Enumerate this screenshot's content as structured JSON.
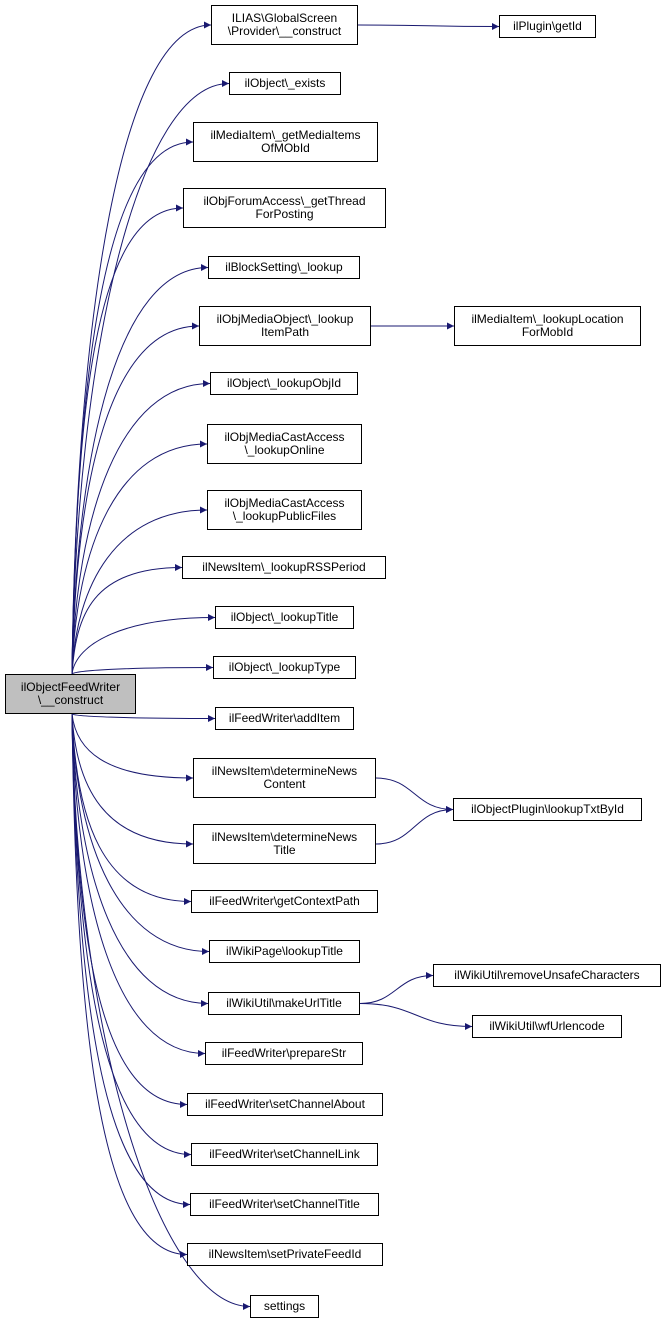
{
  "colors": {
    "edge": "#191970",
    "root_fill": "#bfbfbf",
    "node_fill": "#ffffff",
    "border": "#000000"
  },
  "nodes": [
    {
      "id": "root",
      "lines": [
        "ilObjectFeedWriter",
        "\\__construct"
      ]
    },
    {
      "id": "gs_provider",
      "lines": [
        "ILIAS\\GlobalScreen",
        "\\Provider\\__construct"
      ]
    },
    {
      "id": "plugin_getid",
      "lines": [
        "ilPlugin\\getId"
      ]
    },
    {
      "id": "obj_exists",
      "lines": [
        "ilObject\\_exists"
      ]
    },
    {
      "id": "mi_getmediaitems",
      "lines": [
        "ilMediaItem\\_getMediaItems",
        "OfMObId"
      ]
    },
    {
      "id": "forum_getthread",
      "lines": [
        "ilObjForumAccess\\_getThread",
        "ForPosting"
      ]
    },
    {
      "id": "block_lookup",
      "lines": [
        "ilBlockSetting\\_lookup"
      ]
    },
    {
      "id": "mob_lookupitempath",
      "lines": [
        "ilObjMediaObject\\_lookup",
        "ItemPath"
      ]
    },
    {
      "id": "mi_lookuplocation",
      "lines": [
        "ilMediaItem\\_lookupLocation",
        "ForMobId"
      ]
    },
    {
      "id": "obj_lookupobjid",
      "lines": [
        "ilObject\\_lookupObjId"
      ]
    },
    {
      "id": "mcast_online",
      "lines": [
        "ilObjMediaCastAccess",
        "\\_lookupOnline"
      ]
    },
    {
      "id": "mcast_publicfiles",
      "lines": [
        "ilObjMediaCastAccess",
        "\\_lookupPublicFiles"
      ]
    },
    {
      "id": "news_rssperiod",
      "lines": [
        "ilNewsItem\\_lookupRSSPeriod"
      ]
    },
    {
      "id": "obj_lookuptitle",
      "lines": [
        "ilObject\\_lookupTitle"
      ]
    },
    {
      "id": "obj_lookuptype",
      "lines": [
        "ilObject\\_lookupType"
      ]
    },
    {
      "id": "fw_additem",
      "lines": [
        "ilFeedWriter\\addItem"
      ]
    },
    {
      "id": "news_detcontent",
      "lines": [
        "ilNewsItem\\determineNews",
        "Content"
      ]
    },
    {
      "id": "objplugin_lookuptxt",
      "lines": [
        "ilObjectPlugin\\lookupTxtById"
      ]
    },
    {
      "id": "news_dettitle",
      "lines": [
        "ilNewsItem\\determineNews",
        "Title"
      ]
    },
    {
      "id": "fw_getcontextpath",
      "lines": [
        "ilFeedWriter\\getContextPath"
      ]
    },
    {
      "id": "wikipage_lookuptitle",
      "lines": [
        "ilWikiPage\\lookupTitle"
      ]
    },
    {
      "id": "wikiutil_makeurl",
      "lines": [
        "ilWikiUtil\\makeUrlTitle"
      ]
    },
    {
      "id": "wikiutil_removeunsafe",
      "lines": [
        "ilWikiUtil\\removeUnsafeCharacters"
      ]
    },
    {
      "id": "wikiutil_wfurlencode",
      "lines": [
        "ilWikiUtil\\wfUrlencode"
      ]
    },
    {
      "id": "fw_preparestr",
      "lines": [
        "ilFeedWriter\\prepareStr"
      ]
    },
    {
      "id": "fw_setchannelabout",
      "lines": [
        "ilFeedWriter\\setChannelAbout"
      ]
    },
    {
      "id": "fw_setchannellink",
      "lines": [
        "ilFeedWriter\\setChannelLink"
      ]
    },
    {
      "id": "fw_setchanneltitle",
      "lines": [
        "ilFeedWriter\\setChannelTitle"
      ]
    },
    {
      "id": "news_setprivatefeed",
      "lines": [
        "ilNewsItem\\setPrivateFeedId"
      ]
    },
    {
      "id": "settings",
      "lines": [
        "settings"
      ]
    }
  ],
  "edges": [
    [
      "root",
      "gs_provider"
    ],
    [
      "gs_provider",
      "plugin_getid"
    ],
    [
      "root",
      "obj_exists"
    ],
    [
      "root",
      "mi_getmediaitems"
    ],
    [
      "root",
      "forum_getthread"
    ],
    [
      "root",
      "block_lookup"
    ],
    [
      "root",
      "mob_lookupitempath"
    ],
    [
      "mob_lookupitempath",
      "mi_lookuplocation"
    ],
    [
      "root",
      "obj_lookupobjid"
    ],
    [
      "root",
      "mcast_online"
    ],
    [
      "root",
      "mcast_publicfiles"
    ],
    [
      "root",
      "news_rssperiod"
    ],
    [
      "root",
      "obj_lookuptitle"
    ],
    [
      "root",
      "obj_lookuptype"
    ],
    [
      "root",
      "fw_additem"
    ],
    [
      "root",
      "news_detcontent"
    ],
    [
      "news_detcontent",
      "objplugin_lookuptxt"
    ],
    [
      "root",
      "news_dettitle"
    ],
    [
      "news_dettitle",
      "objplugin_lookuptxt"
    ],
    [
      "root",
      "fw_getcontextpath"
    ],
    [
      "root",
      "wikipage_lookuptitle"
    ],
    [
      "root",
      "wikiutil_makeurl"
    ],
    [
      "wikiutil_makeurl",
      "wikiutil_removeunsafe"
    ],
    [
      "wikiutil_makeurl",
      "wikiutil_wfurlencode"
    ],
    [
      "root",
      "fw_preparestr"
    ],
    [
      "root",
      "fw_setchannelabout"
    ],
    [
      "root",
      "fw_setchannellink"
    ],
    [
      "root",
      "fw_setchanneltitle"
    ],
    [
      "root",
      "news_setprivatefeed"
    ],
    [
      "root",
      "settings"
    ]
  ]
}
